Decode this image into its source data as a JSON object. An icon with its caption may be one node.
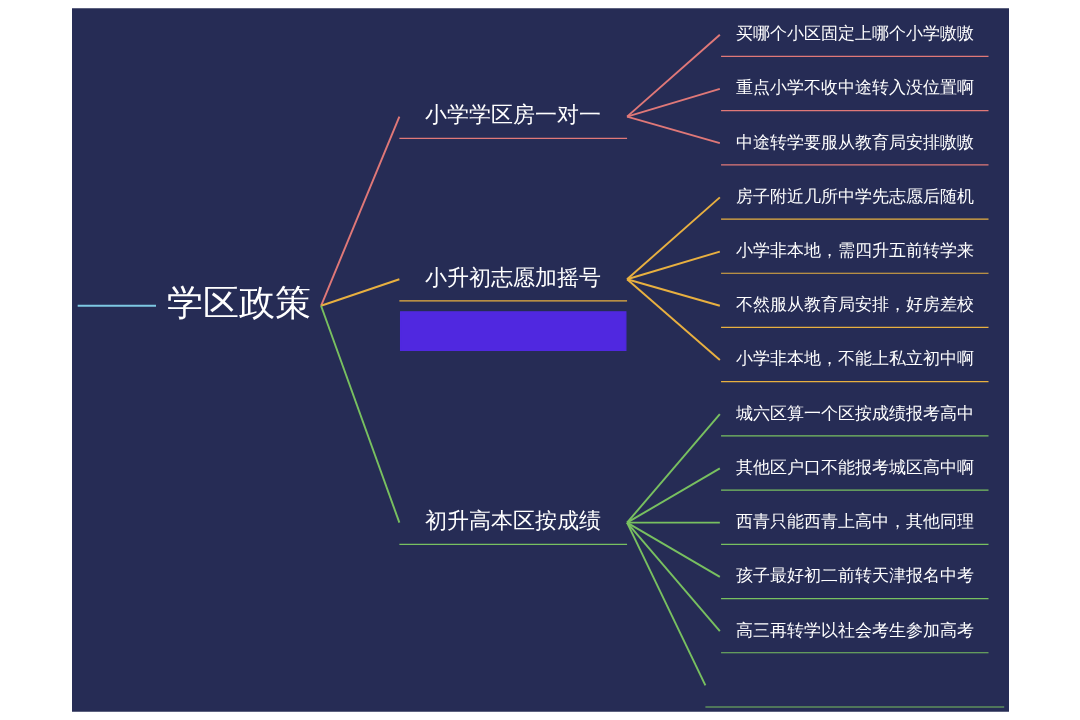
{
  "diagram": {
    "nodes": [
      {
        "text": [
          "学区政策"
        ]
      },
      {
        "text": [
          "小学学区房一对一"
        ]
      },
      {
        "text": [
          "买哪个小区固定上哪个小学嗷嗷"
        ]
      },
      {
        "text": [
          "重点小学不收中途转入没位置啊"
        ]
      },
      {
        "text": [
          "中途转学要服从教育局安排嗷嗷"
        ]
      },
      {
        "text": [
          "小升初志愿加摇号"
        ]
      },
      {
        "text": [
          "房子附近几所中学先志愿后随机"
        ]
      },
      {
        "text": [
          "小学非本地，需四升五前转学来"
        ]
      },
      {
        "text": [
          "不然服从教育局安排，好房差校"
        ]
      },
      {
        "text": [
          "小学非本地，不能上私立初中啊"
        ]
      },
      {
        "text": [],
        "shape": "box"
      },
      {
        "text": [
          "初升高本区按成绩"
        ]
      },
      {
        "text": [
          "城六区算一个区按成绩报考高中"
        ]
      },
      {
        "text": [
          "其他区户口不能报考城区高中啊"
        ]
      },
      {
        "text": [
          "西青只能西青上高中，其他同理"
        ]
      },
      {
        "text": [
          "孩子最好初二前转天津报名中考"
        ]
      },
      {
        "text": [
          "高三再转学以社会考生参加高考"
        ]
      },
      {
        "text": [],
        "shape": "bar"
      }
    ],
    "edges": [
      {
        "from": null,
        "to": 0,
        "arrow": "none",
        "color": "#7ec8e3"
      },
      {
        "from": 0,
        "to": 1,
        "arrow": "none",
        "color": "#e07878"
      },
      {
        "from": 1,
        "to": 2,
        "arrow": "none",
        "color": "#e07878"
      },
      {
        "from": 1,
        "to": 3,
        "arrow": "none",
        "color": "#e07878"
      },
      {
        "from": 1,
        "to": 4,
        "arrow": "none",
        "color": "#e07878"
      },
      {
        "from": 0,
        "to": 5,
        "arrow": "none",
        "color": "#e8b040"
      },
      {
        "from": 5,
        "to": 6,
        "arrow": "none",
        "color": "#e8b040"
      },
      {
        "from": 5,
        "to": 7,
        "arrow": "none",
        "color": "#e8b040"
      },
      {
        "from": 5,
        "to": 8,
        "arrow": "none",
        "color": "#e8b040"
      },
      {
        "from": 5,
        "to": 9,
        "arrow": "none",
        "color": "#e8b040"
      },
      {
        "from": 0,
        "to": 11,
        "arrow": "none"
      },
      {
        "from": 11,
        "to": 12,
        "arrow": "none"
      },
      {
        "from": 11,
        "to": 13,
        "arrow": "none"
      },
      {
        "from": 11,
        "to": 14,
        "arrow": "none"
      },
      {
        "from": 11,
        "to": 15,
        "arrow": "none"
      },
      {
        "from": 11,
        "to": 16,
        "arrow": "none"
      },
      {
        "from": 11,
        "to": 17,
        "arrow": "none"
      }
    ]
  }
}
